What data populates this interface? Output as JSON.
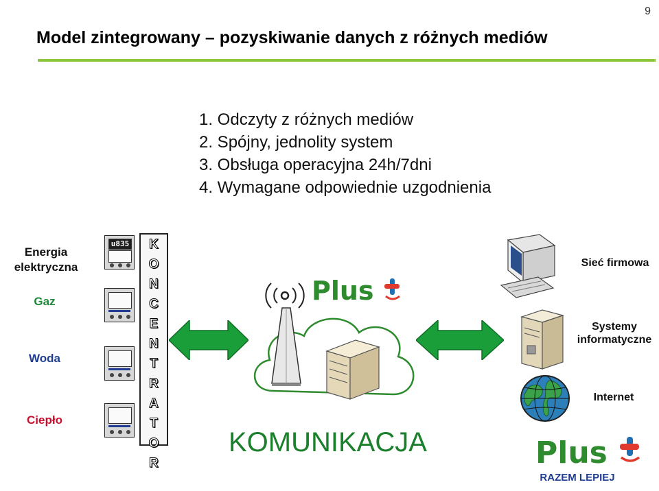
{
  "page_number": "9",
  "title": "Model zintegrowany – pozyskiwanie danych z różnych mediów",
  "points": [
    "1.  Odczyty z różnych mediów",
    "2.  Spójny, jednolity system",
    "3.  Obsługa operacyjna 24h/7dni",
    "4.  Wymagane odpowiednie uzgodnienia"
  ],
  "media": {
    "energy": "Energia elektryczna",
    "gas": "Gaz",
    "water": "Woda",
    "heat": "Ciepło"
  },
  "meter_reading": "u835",
  "concentrator_letters": [
    "K",
    "O",
    "N",
    "C",
    "E",
    "N",
    "T",
    "R",
    "A",
    "T",
    "O",
    "R"
  ],
  "logo_text": "Plus",
  "communication_label": "KOMUNIKACJA",
  "right_labels": {
    "network": "Sieć firmowa",
    "systems": "Systemy informatyczne",
    "internet": "Internet"
  },
  "tagline": "RAZEM LEPIEJ",
  "colors": {
    "brand_green": "#2e8b2e",
    "arrow_green": "#1a9e3a",
    "title_rule": "#8cc63f",
    "gas": "#1e8a3c",
    "water": "#1f3d93",
    "heat": "#c8102e",
    "plus_red": "#e03a2f",
    "plus_blue": "#1f6fb2"
  },
  "icons": [
    "antenna-tower-icon",
    "radio-waves-icon",
    "server-icon",
    "cloud-icon",
    "double-arrow-icon",
    "desktop-computer-icon",
    "tower-server-icon",
    "globe-icon",
    "plus-logo-icon"
  ]
}
